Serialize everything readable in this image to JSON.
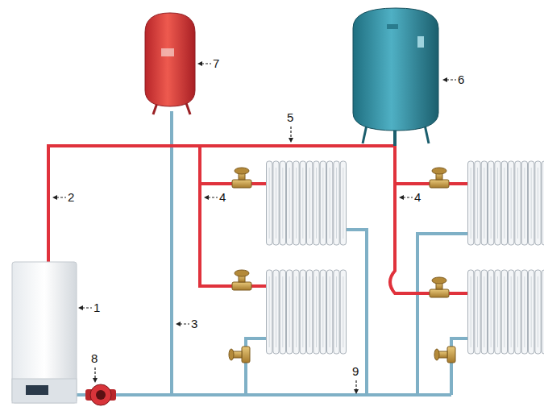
{
  "diagram": {
    "labels": [
      "7",
      "6",
      "5",
      "2",
      "4",
      "4",
      "1",
      "3",
      "8",
      "9"
    ]
  }
}
